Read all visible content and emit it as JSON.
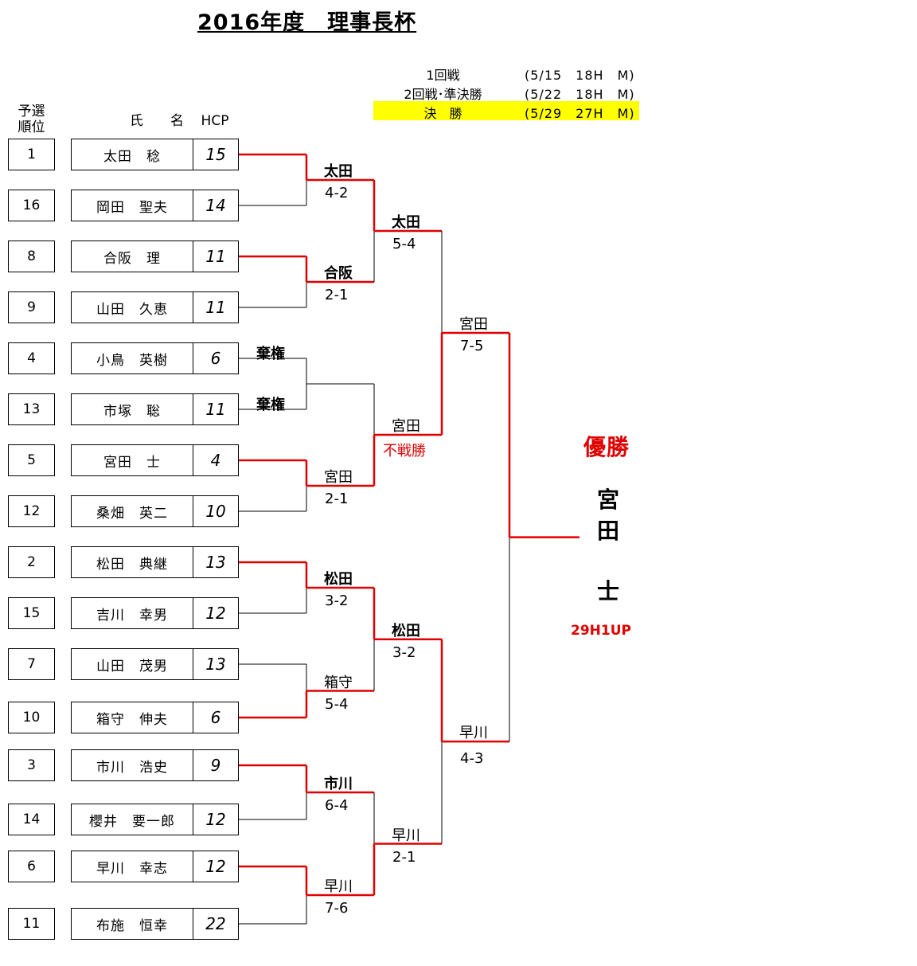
{
  "title": "2016年度　理事長杯",
  "schedule": [
    {
      "round": "1回戦",
      "date": "(5/15　18H　M)"
    },
    {
      "round": "2回戦･準決勝",
      "date": "(5/22　18H　M)"
    },
    {
      "round": "決　勝",
      "date": "(5/29　27H　M)"
    }
  ],
  "highlight_color": "#ffff00",
  "accent_color": "#e00000",
  "headers": {
    "rank": "予選\n順位",
    "name": "氏　　名",
    "hcp": "HCP"
  },
  "players": [
    {
      "rank": "1",
      "name": "太田　稔",
      "hcp": "15"
    },
    {
      "rank": "16",
      "name": "岡田　聖夫",
      "hcp": "14"
    },
    {
      "rank": "8",
      "name": "合阪　理",
      "hcp": "11"
    },
    {
      "rank": "9",
      "name": "山田　久恵",
      "hcp": "11"
    },
    {
      "rank": "4",
      "name": "小鳥　英樹",
      "hcp": "6"
    },
    {
      "rank": "13",
      "name": "市塚　聡",
      "hcp": "11"
    },
    {
      "rank": "5",
      "name": "宮田　士",
      "hcp": "4"
    },
    {
      "rank": "12",
      "name": "桑畑　英二",
      "hcp": "10"
    },
    {
      "rank": "2",
      "name": "松田　典継",
      "hcp": "13"
    },
    {
      "rank": "15",
      "name": "吉川　幸男",
      "hcp": "12"
    },
    {
      "rank": "7",
      "name": "山田　茂男",
      "hcp": "13"
    },
    {
      "rank": "10",
      "name": "箱守　伸夫",
      "hcp": "6"
    },
    {
      "rank": "3",
      "name": "市川　浩史",
      "hcp": "9"
    },
    {
      "rank": "14",
      "name": "櫻井　要一郎",
      "hcp": "12"
    },
    {
      "rank": "6",
      "name": "早川　幸志",
      "hcp": "12"
    },
    {
      "rank": "11",
      "name": "布施　恒幸",
      "hcp": "22"
    }
  ],
  "round1": [
    {
      "winner": "太田",
      "score": "4-2"
    },
    {
      "winner": "合阪",
      "score": "2-1"
    },
    {
      "winner": "",
      "score": "",
      "forfeit_top": "棄権",
      "forfeit_bottom": "棄権"
    },
    {
      "winner": "宮田",
      "score": "2-1"
    },
    {
      "winner": "松田",
      "score": "3-2"
    },
    {
      "winner": "箱守",
      "score": "5-4"
    },
    {
      "winner": "市川",
      "score": "6-4"
    },
    {
      "winner": "早川",
      "score": "7-6"
    }
  ],
  "round2": [
    {
      "winner": "太田",
      "score": "5-4"
    },
    {
      "winner": "宮田",
      "score": "不戦勝"
    },
    {
      "winner": "松田",
      "score": "3-2"
    },
    {
      "winner": "早川",
      "score": "2-1"
    }
  ],
  "semifinal": [
    {
      "winner": "宮田",
      "score": "7-5"
    },
    {
      "winner": "早川",
      "score": "4-3"
    }
  ],
  "final": {
    "champion_label": "優勝",
    "champion_name_chars": [
      "宮",
      "田",
      "士"
    ],
    "score": "29H1UP"
  }
}
